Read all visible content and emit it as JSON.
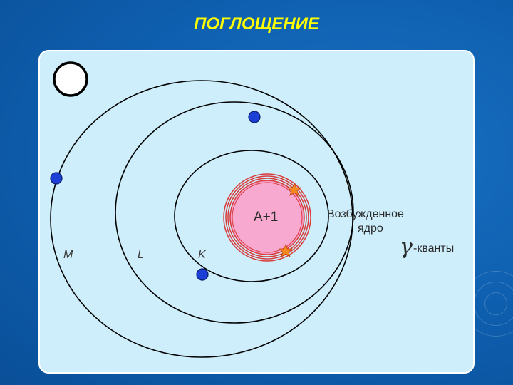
{
  "slide": {
    "title": "ПОГЛОЩЕНИЕ"
  },
  "diagram": {
    "shells": [
      "M",
      "L",
      "K"
    ],
    "nucleus_label": "A+1",
    "excited_label_line1": "Возбужденное",
    "excited_label_line2": "ядро",
    "gamma_symbol": "γ",
    "gamma_label": "-кванты"
  },
  "colors": {
    "title": "#ffff00",
    "panel": "#cdeefa",
    "background": "#0e5eae",
    "nucleus": "#f59fc8",
    "nucleus_rings": "#d93a3a",
    "electron": "#1c3fd6",
    "gamma_star": "#f58a1f"
  },
  "icons": {
    "free_particle": "white-circle-icon",
    "electron": "blue-dot-icon",
    "gamma": "orange-star-icon"
  }
}
